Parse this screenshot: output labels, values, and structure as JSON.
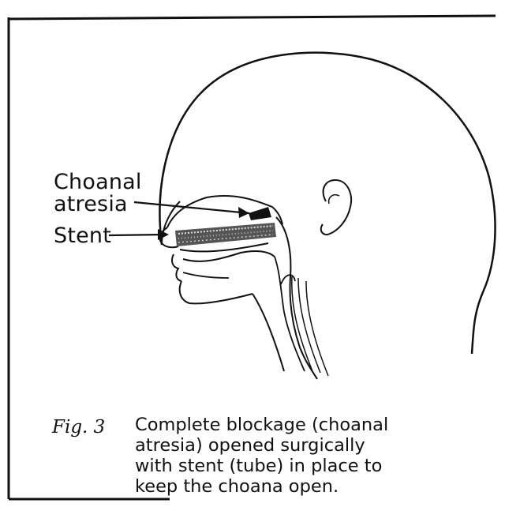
{
  "labels": {
    "choanal_line1": "Choanal",
    "choanal_line2": "atresia",
    "stent": "Stent"
  },
  "caption": {
    "fig": "Fig. 3",
    "lines": [
      "Complete blockage (choanal",
      "atresia) opened surgically",
      "with stent (tube) in place to",
      "keep the choana open."
    ]
  },
  "colors": {
    "ink": "#111111",
    "background": "#ffffff"
  }
}
